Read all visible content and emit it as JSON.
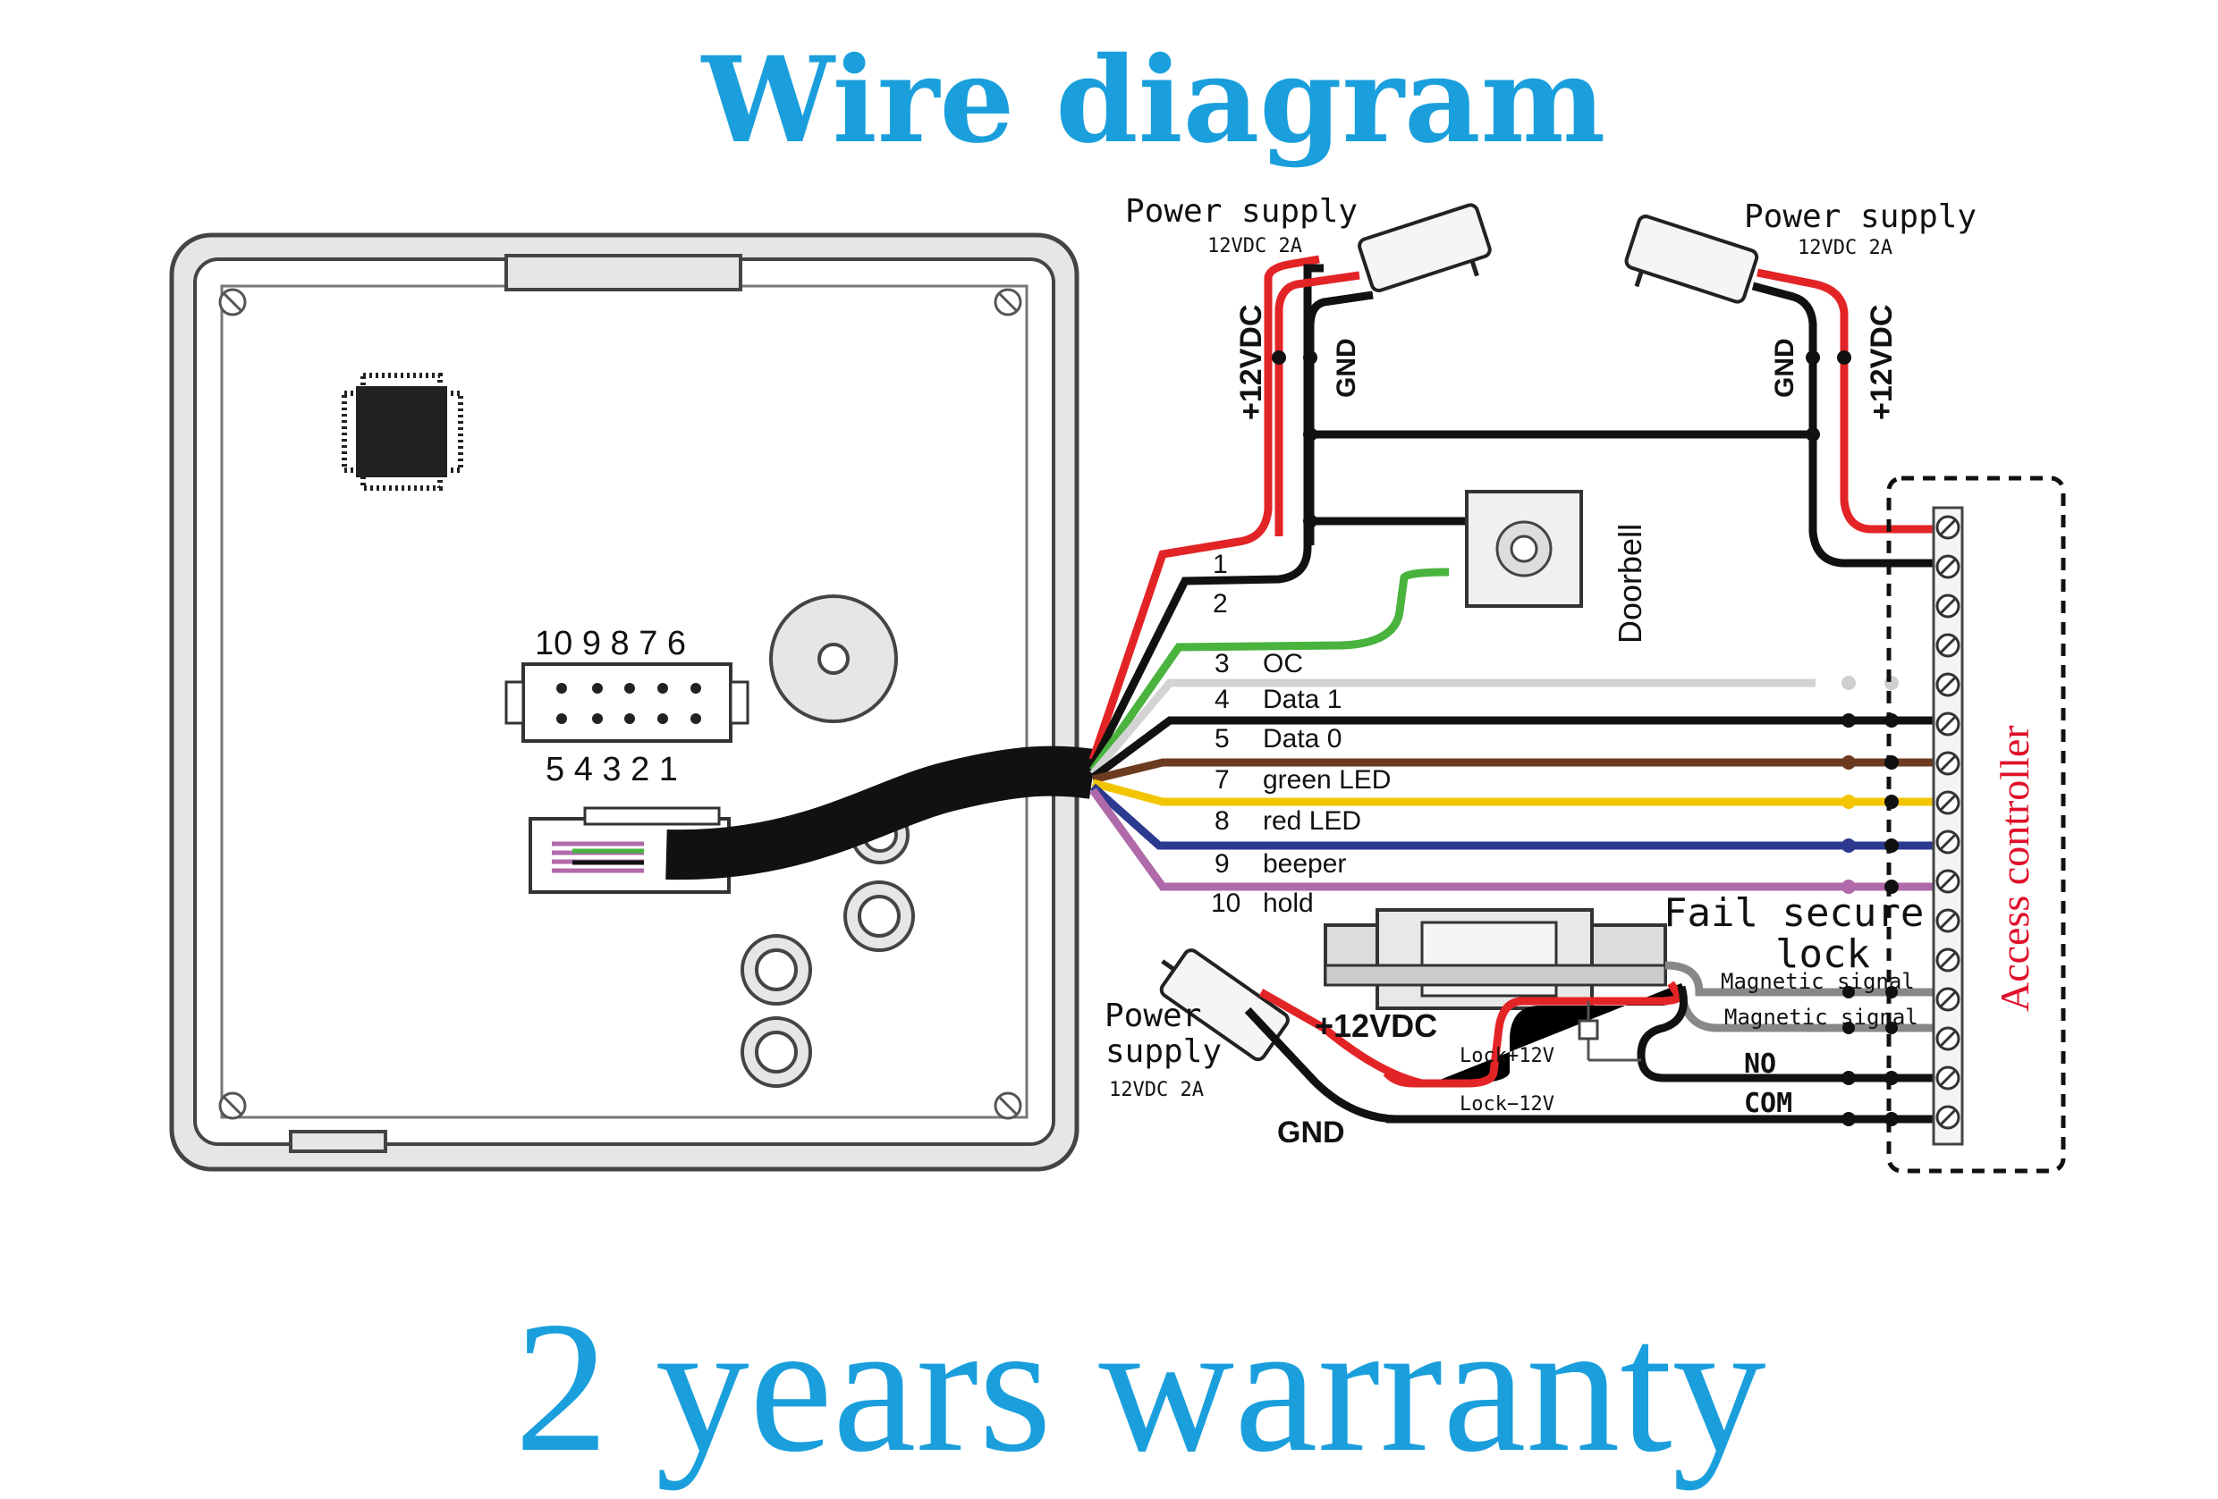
{
  "title": "Wire diagram",
  "footer": "2 years warranty",
  "connector": {
    "top_pins": "10 9 8 7 6",
    "bottom_pins": "5 4 3 2 1"
  },
  "power_supply_left": {
    "label": "Power supply",
    "rating": "12VDC 2A",
    "pos": "+12VDC",
    "gnd": "GND"
  },
  "power_supply_right": {
    "label": "Power supply",
    "rating": "12VDC 2A",
    "pos": "+12VDC",
    "gnd": "GND"
  },
  "power_supply_bottom": {
    "label1": "Power",
    "label2": "supply",
    "rating": "12VDC 2A",
    "pos": "+12VDC",
    "gnd": "GND"
  },
  "doorbell": "Doorbell",
  "wires": [
    {
      "num": "1",
      "label": "",
      "color": "#e32426"
    },
    {
      "num": "2",
      "label": "",
      "color": "#111111"
    },
    {
      "num": "3",
      "label": "OC",
      "color": "#49b33e"
    },
    {
      "num": "4",
      "label": "Data 1",
      "color": "#d3d3d3"
    },
    {
      "num": "5",
      "label": "Data 0",
      "color": "#111111"
    },
    {
      "num": "7",
      "label": "green LED",
      "color": "#6b3a1f"
    },
    {
      "num": "8",
      "label": "red LED",
      "color": "#f2c500"
    },
    {
      "num": "9",
      "label": "beeper",
      "color": "#2b3a8f"
    },
    {
      "num": "10",
      "label": "hold",
      "color": "#b06aaa"
    }
  ],
  "lock": {
    "label1": "Fail secure",
    "label2": "lock",
    "magnetic1": "Magnetic signal",
    "magnetic2": "Magnetic signal",
    "no": "NO",
    "com": "COM",
    "lock_pos": "Lock+12V",
    "lock_neg": "Lock−12V"
  },
  "controller": "Access controller"
}
